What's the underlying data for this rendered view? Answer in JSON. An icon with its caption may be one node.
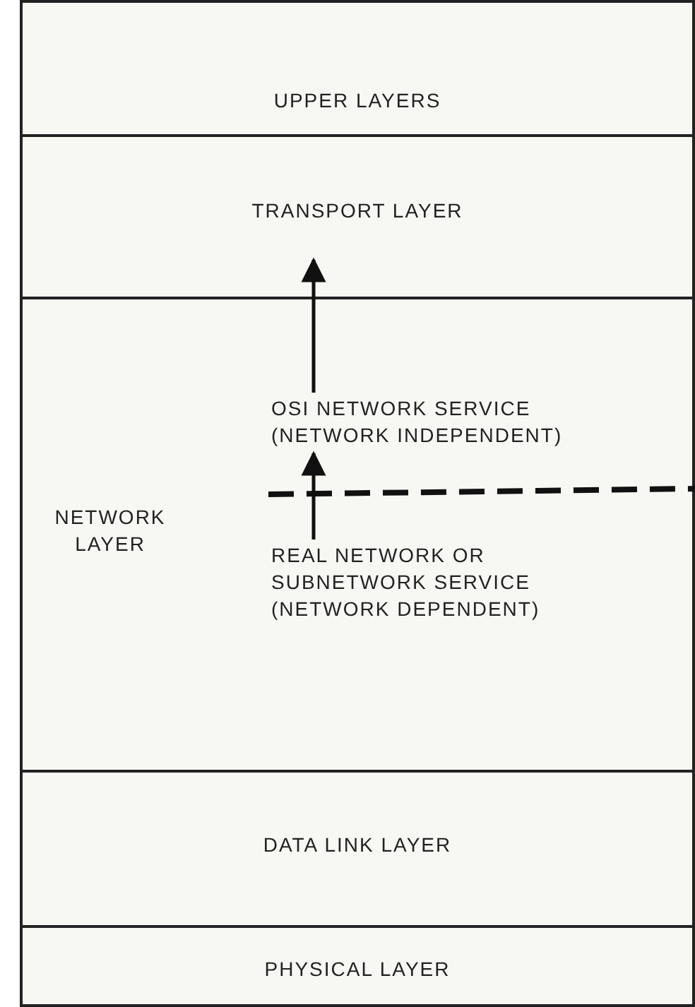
{
  "diagram": {
    "nodes": [
      {
        "text": [
          "UPPER LAYERS"
        ]
      },
      {
        "text": [
          "TRANSPORT LAYER"
        ]
      },
      {
        "text": [
          "NETWORK LAYER"
        ]
      },
      {
        "text": [
          "OSI NETWORK SERVICE (NETWORK INDEPENDENT)"
        ],
        "in": 2
      },
      {
        "text": [
          "REAL NETWORK OR SUBNETWORK SERVICE (NETWORK DEPENDENT)"
        ],
        "in": 2
      },
      {
        "text": [
          "DATA LINK LAYER"
        ]
      },
      {
        "text": [
          "PHYSICAL LAYER"
        ]
      }
    ],
    "edges": [
      {
        "from": 3,
        "to": 1,
        "arrow": "to"
      },
      {
        "from": 4,
        "to": 3,
        "arrow": "to"
      }
    ]
  }
}
